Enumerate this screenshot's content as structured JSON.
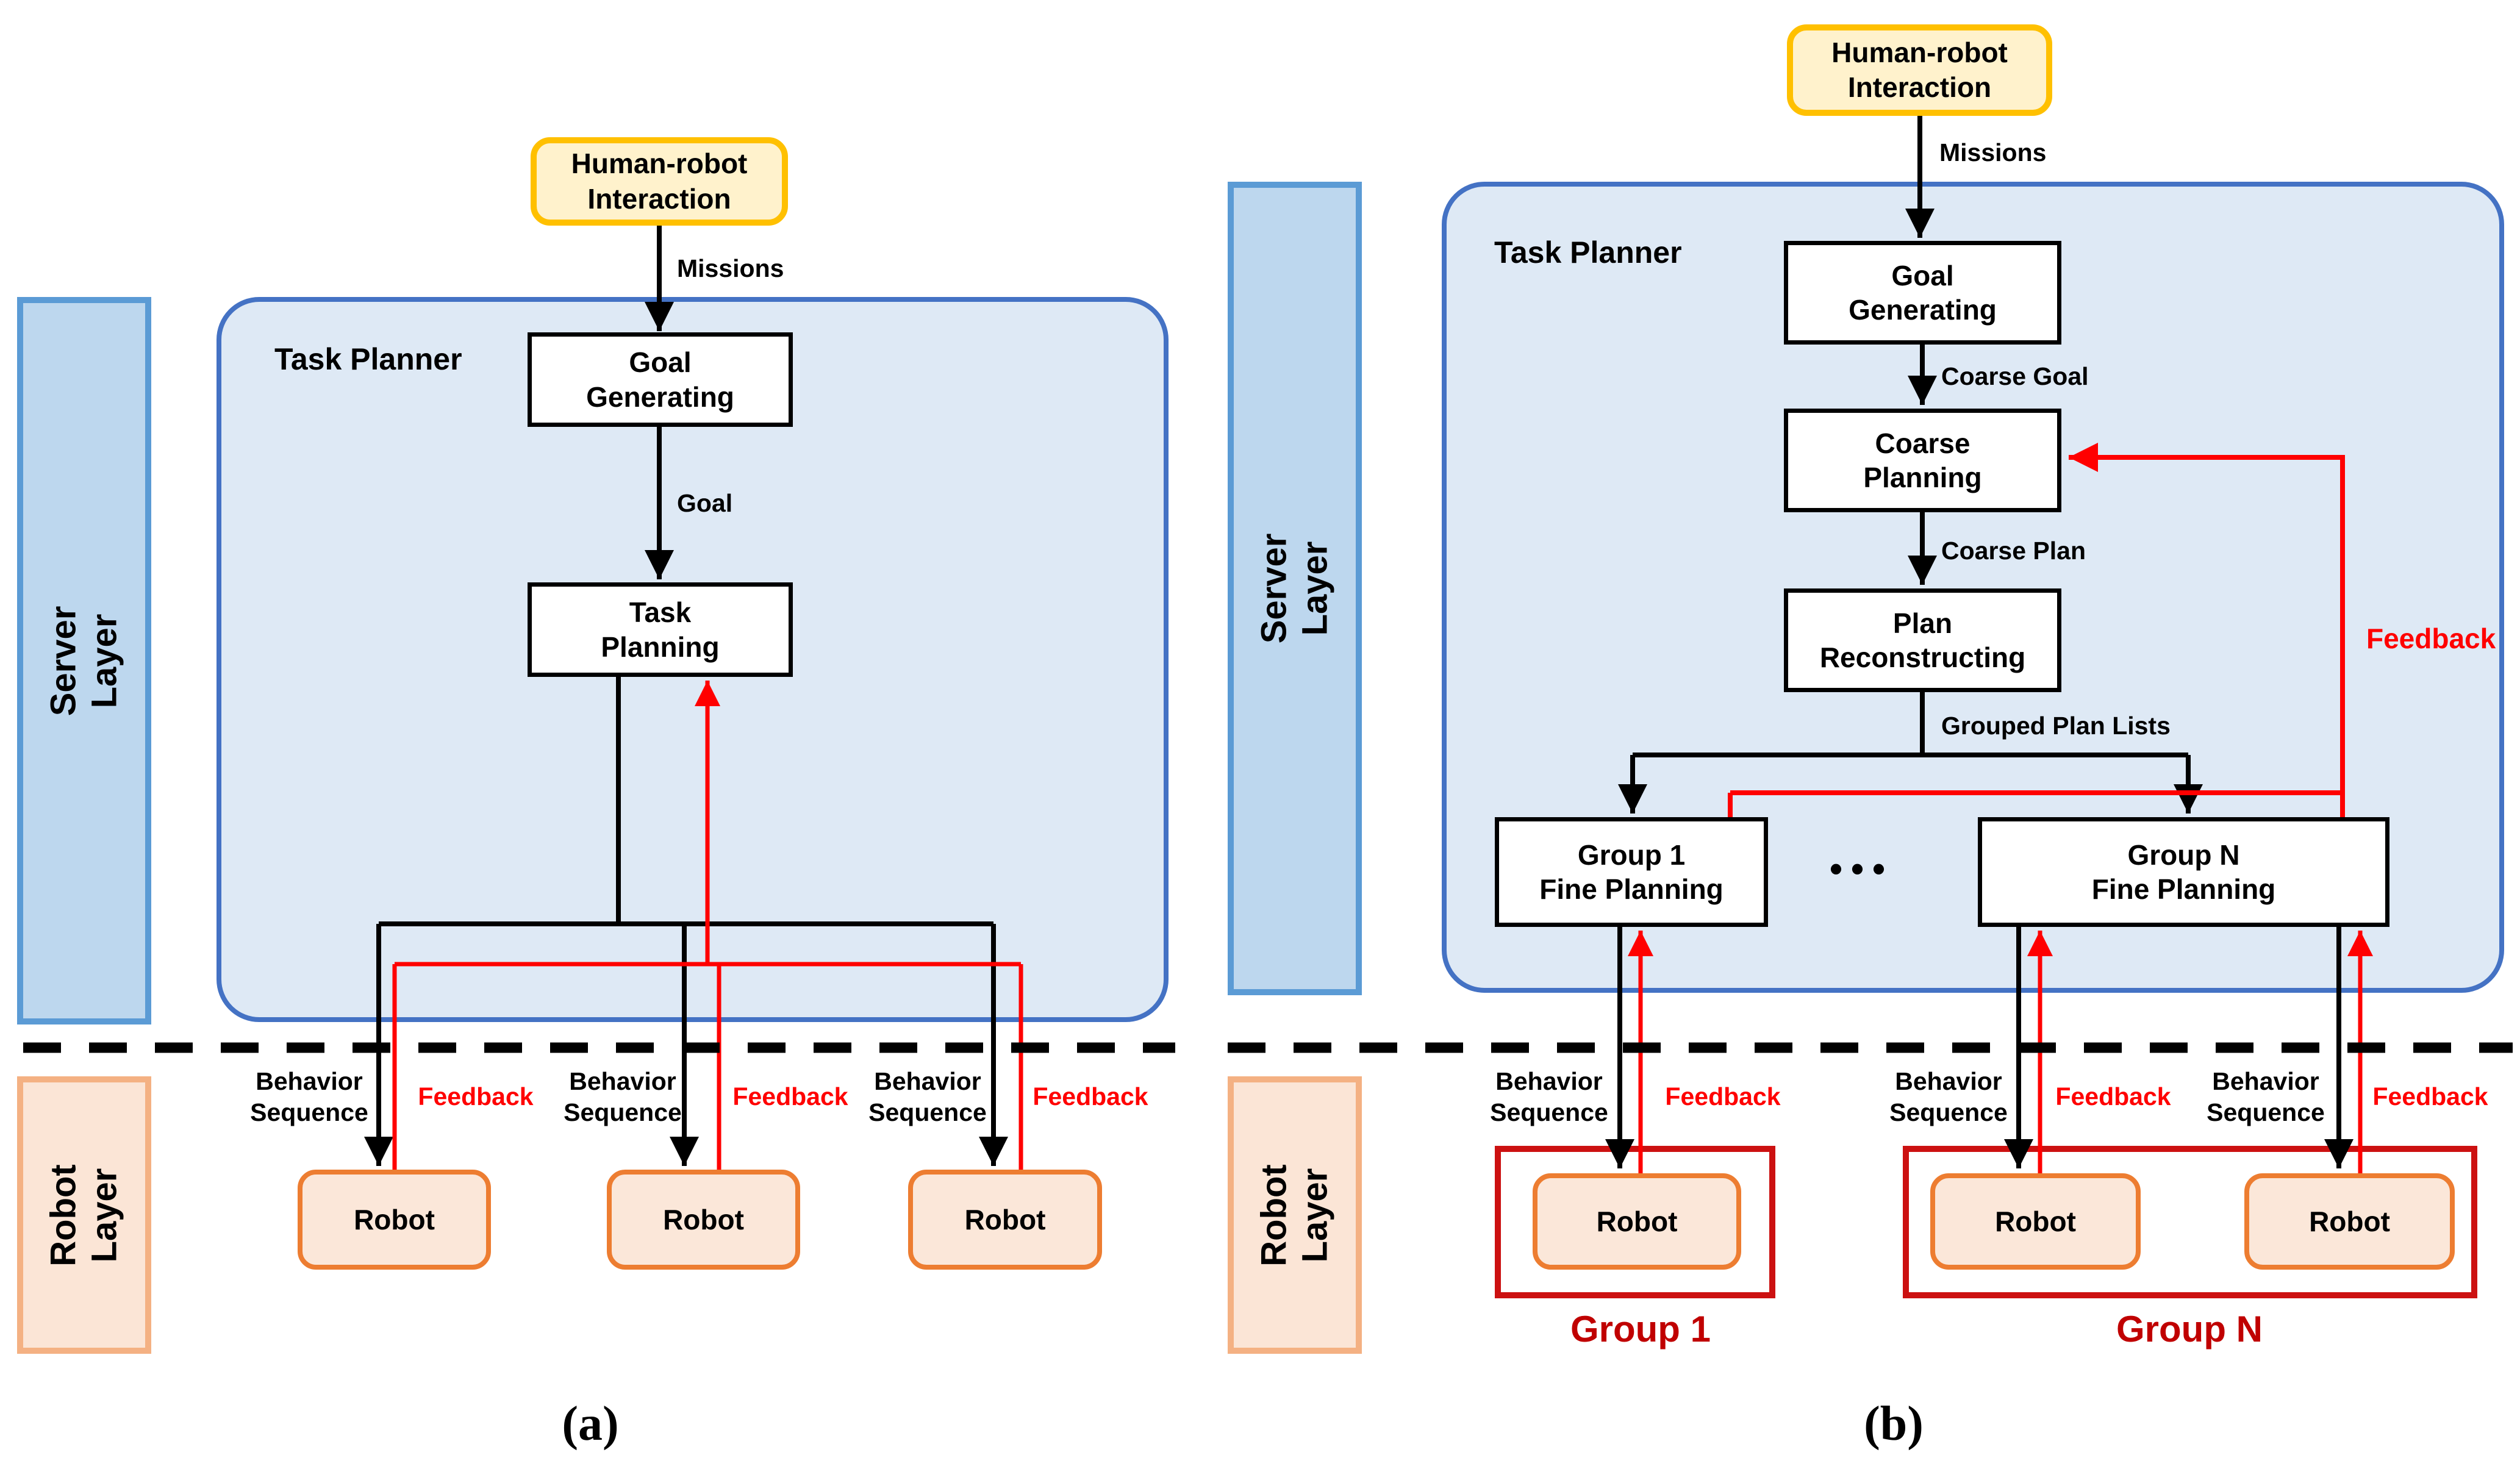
{
  "colors": {
    "panel_fill": "#dee9f5",
    "panel_border": "#4472c4",
    "server_fill": "#bdd7ee",
    "server_border": "#5b9bd5",
    "robot_layer_fill": "#fbe5d6",
    "robot_layer_border": "#f4b183",
    "hri_fill": "#fff2cc",
    "hri_border": "#ffc000",
    "robot_fill": "#fbe7d9",
    "robot_border": "#ed7d31",
    "group_rect_red": "#cc1111",
    "group_label_red": "#c00000",
    "feedback_red": "#ff0000",
    "line_black": "#000000"
  },
  "a": {
    "server_layer": "Server Layer",
    "robot_layer": "Robot\nLayer",
    "hri": "Human-robot\nInteraction",
    "missions": "Missions",
    "task_planner": "Task Planner",
    "goal_generating": "Goal\nGenerating",
    "goal": "Goal",
    "task_planning": "Task\nPlanning",
    "pairs": [
      {
        "behavior": "Behavior\nSequence",
        "feedback": "Feedback"
      },
      {
        "behavior": "Behavior\nSequence",
        "feedback": "Feedback"
      },
      {
        "behavior": "Behavior\nSequence",
        "feedback": "Feedback"
      }
    ],
    "robots": [
      "Robot",
      "Robot",
      "Robot"
    ],
    "caption": "(a)"
  },
  "b": {
    "server_layer": "Server Layer",
    "robot_layer": "Robot\nLayer",
    "hri": "Human-robot\nInteraction",
    "missions": "Missions",
    "task_planner": "Task Planner",
    "goal_generating": "Goal\nGenerating",
    "coarse_goal": "Coarse Goal",
    "coarse_planning": "Coarse\nPlanning",
    "coarse_plan": "Coarse Plan",
    "plan_reconstructing": "Plan\nReconstructing",
    "grouped_plan_lists": "Grouped Plan Lists",
    "feedback_loop": "Feedback",
    "group1_fine_planning": "Group 1\nFine Planning",
    "groupN_fine_planning": "Group N\nFine Planning",
    "ellipsis": "•••",
    "pairs": [
      {
        "behavior": "Behavior\nSequence",
        "feedback": "Feedback"
      },
      {
        "behavior": "Behavior\nSequence",
        "feedback": "Feedback"
      },
      {
        "behavior": "Behavior\nSequence",
        "feedback": "Feedback"
      }
    ],
    "robots": [
      "Robot",
      "Robot",
      "Robot"
    ],
    "group1_label": "Group 1",
    "groupN_label": "Group N",
    "caption": "(b)"
  }
}
